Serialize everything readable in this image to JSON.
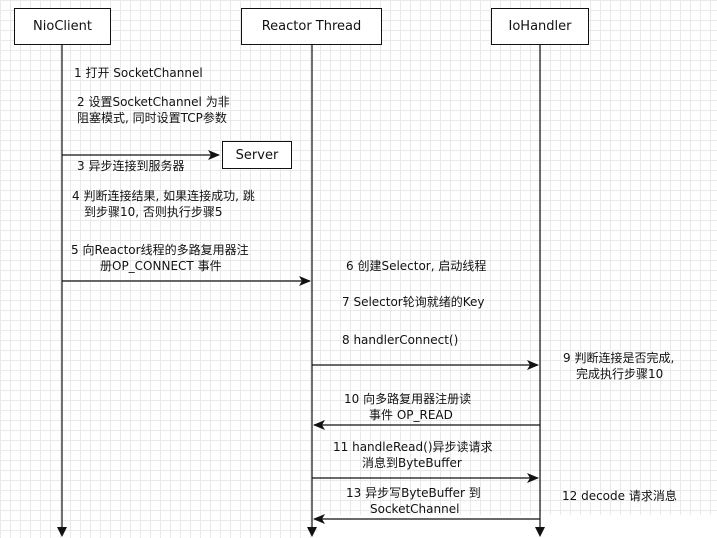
{
  "participants": {
    "client": "NioClient",
    "reactor": "Reactor Thread",
    "handler": "IoHandler"
  },
  "server_box": "Server",
  "steps": {
    "s1": "1 打开 SocketChannel",
    "s2a": "2 设置SocketChannel 为非",
    "s2b": "阻塞模式, 同时设置TCP参数",
    "s3": "3 异步连接到服务器",
    "s4a": "4 判断连接结果, 如果连接成功, 跳",
    "s4b": "到步骤10, 否则执行步骤5",
    "s5a": "5 向Reactor线程的多路复用器注",
    "s5b": "册OP_CONNECT 事件",
    "s6": "6 创建Selector, 启动线程",
    "s7": "7 Selector轮询就绪的Key",
    "s8": "8 handlerConnect()",
    "s9a": "9 判断连接是否完成,",
    "s9b": "完成执行步骤10",
    "s10a": "10 向多路复用器注册读",
    "s10b": "事件 OP_READ",
    "s11a": "11 handleRead()异步读请求",
    "s11b": "消息到ByteBuffer",
    "s12": "12 decode 请求消息",
    "s13a": "13 异步写ByteBuffer 到",
    "s13b": "SocketChannel"
  }
}
